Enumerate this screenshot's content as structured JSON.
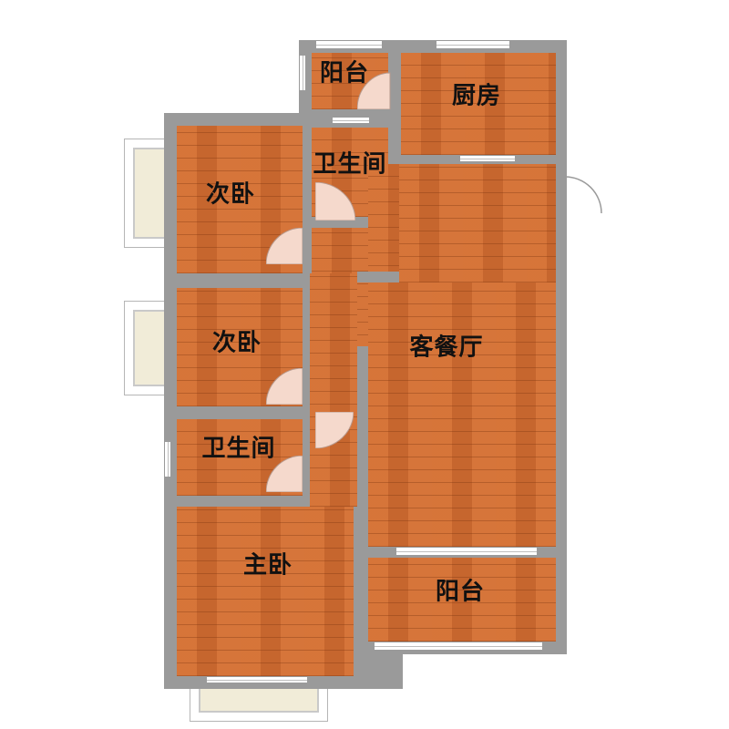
{
  "rooms": {
    "balcony_top": "阳台",
    "kitchen": "厨房",
    "bathroom_top": "卫生间",
    "second_bedroom_1": "次卧",
    "second_bedroom_2": "次卧",
    "living_dining": "客餐厅",
    "bathroom_bottom": "卫生间",
    "master_bedroom": "主卧",
    "balcony_bottom": "阳台"
  },
  "colors": {
    "floor": "#d26e32",
    "wall": "#9a9a9a",
    "bay_window": "#f1ecd8",
    "door_swing": "#f5d9cc"
  },
  "icons": [
    "door-swing-icon",
    "window-icon",
    "bay-window-icon"
  ]
}
